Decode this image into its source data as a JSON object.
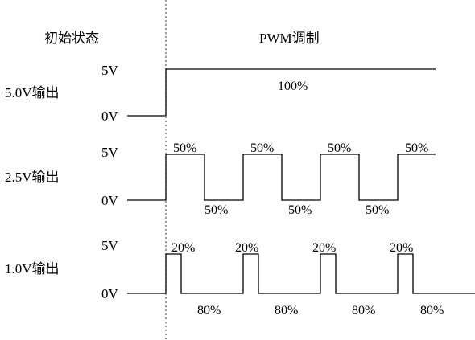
{
  "header": {
    "initial_state": "初始状态",
    "pwm": "PWM调制"
  },
  "levels": {
    "high": "5V",
    "low": "0V"
  },
  "rows": [
    {
      "label": "5.0V输出",
      "duty": "100%",
      "duty_fraction": 1.0
    },
    {
      "label": "2.5V输出",
      "duty": "50%",
      "off": "50%",
      "duty_fraction": 0.5
    },
    {
      "label": "1.0V输出",
      "duty": "20%",
      "off": "80%",
      "duty_fraction": 0.2
    }
  ]
}
